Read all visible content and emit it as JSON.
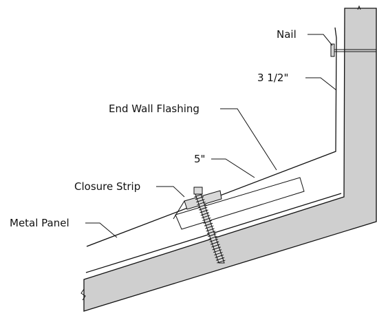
{
  "labels": {
    "nail": "Nail",
    "dimension_upper": "3 1/2\"",
    "end_wall_flashing": "End Wall Flashing",
    "dimension_lower": "5\"",
    "closure_strip": "Closure Strip",
    "metal_panel": "Metal Panel"
  },
  "colors": {
    "wall_fill": "#cfcfcf",
    "line": "#111111",
    "background": "#ffffff"
  }
}
